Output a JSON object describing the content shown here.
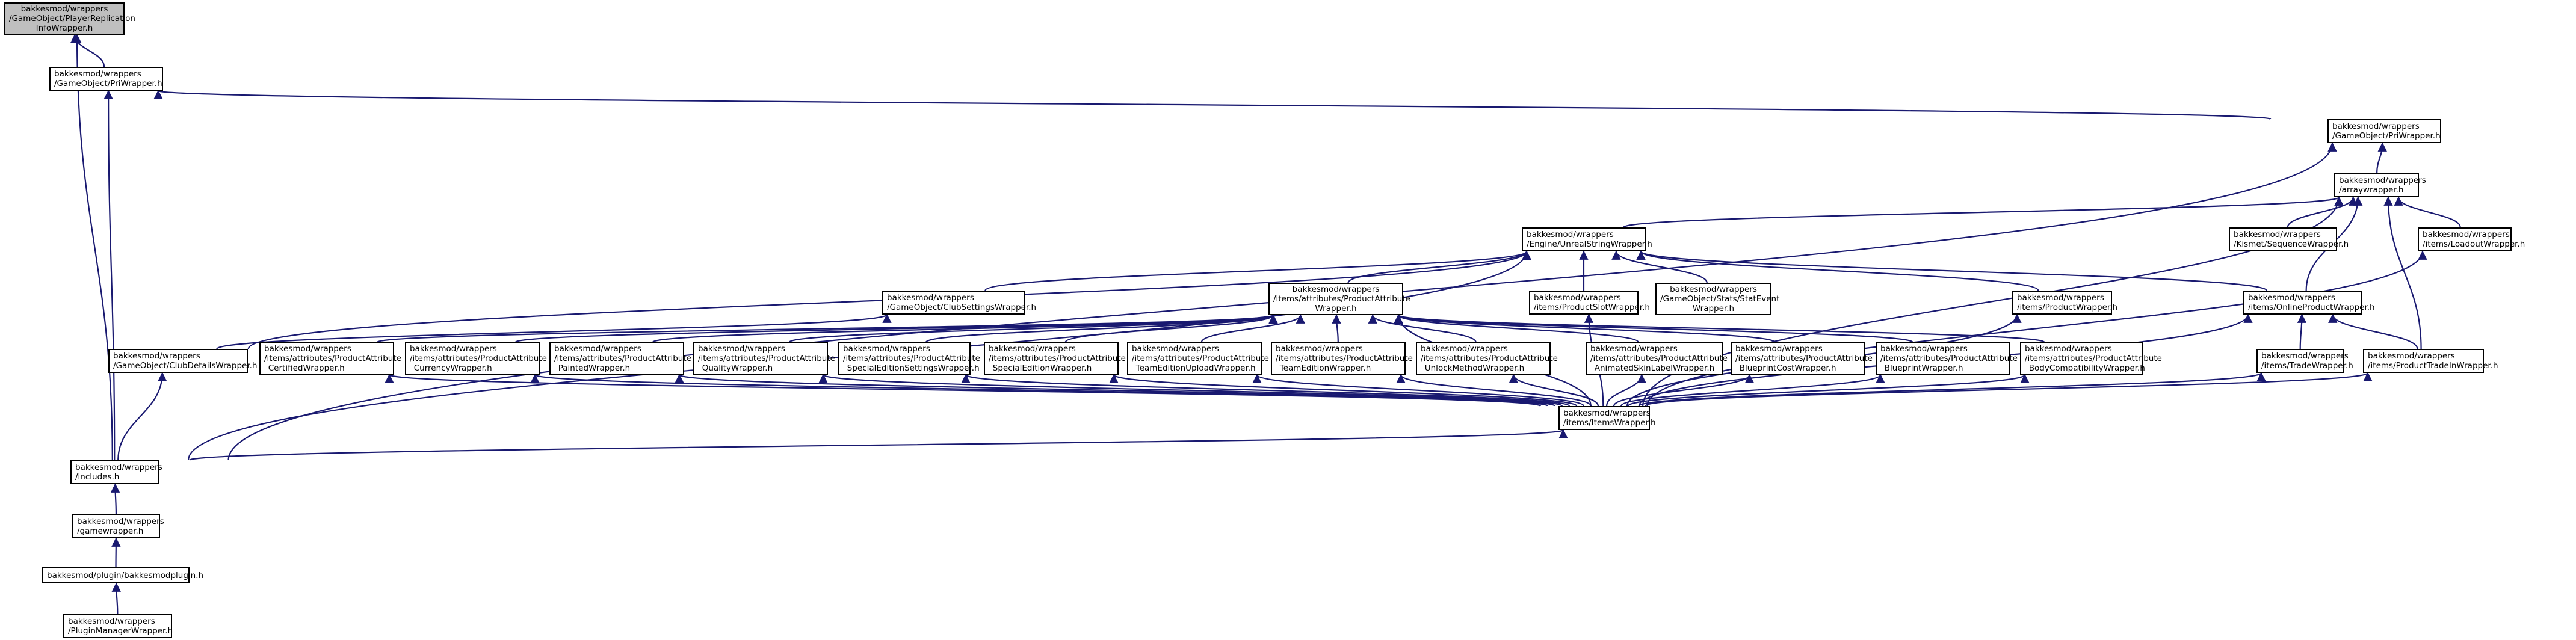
{
  "graph": {
    "title": "",
    "edge_color": "#191970",
    "root_fill": "#bfbfbf",
    "node_fill": "#ffffff",
    "nodes": [
      {
        "id": "player_replication",
        "lines": [
          "bakkesmod/wrappers",
          "/GameObject/PlayerReplication",
          "InfoWrapper.h"
        ],
        "root": true
      },
      {
        "id": "pri",
        "lines": [
          "bakkesmod/wrappers",
          "/GameObject/PriWrapper.h"
        ]
      },
      {
        "id": "pri_ws",
        "lines": [
          "bakkesmod/wrappers",
          "/GameObject/PriWrapper.h"
        ]
      },
      {
        "id": "arraywrapper",
        "lines": [
          "bakkesmod/wrappers",
          "/arraywrapper.h"
        ]
      },
      {
        "id": "unrealstring",
        "lines": [
          "bakkesmod/wrappers",
          "/Engine/UnrealStringWrapper.h"
        ]
      },
      {
        "id": "kismet_seq",
        "lines": [
          "bakkesmod/wrappers",
          "/Kismet/SequenceWrapper.h"
        ]
      },
      {
        "id": "loadout",
        "lines": [
          "bakkesmod/wrappers",
          "/items/LoadoutWrapper.h"
        ]
      },
      {
        "id": "club_settings",
        "lines": [
          "bakkesmod/wrappers",
          "/GameObject/ClubSettingsWrapper.h"
        ]
      },
      {
        "id": "product_attr",
        "lines": [
          "bakkesmod/wrappers",
          "/items/attributes/ProductAttribute",
          "Wrapper.h"
        ]
      },
      {
        "id": "product_slot",
        "lines": [
          "bakkesmod/wrappers",
          "/items/ProductSlotWrapper.h"
        ]
      },
      {
        "id": "stat_event",
        "lines": [
          "bakkesmod/wrappers",
          "/GameObject/Stats/StatEvent",
          "Wrapper.h"
        ]
      },
      {
        "id": "product",
        "lines": [
          "bakkesmod/wrappers",
          "/items/ProductWrapper.h"
        ]
      },
      {
        "id": "online_product",
        "lines": [
          "bakkesmod/wrappers",
          "/items/OnlineProductWrapper.h"
        ]
      },
      {
        "id": "club_details",
        "lines": [
          "bakkesmod/wrappers",
          "/GameObject/ClubDetailsWrapper.h"
        ]
      },
      {
        "id": "attr_certified",
        "lines": [
          "bakkesmod/wrappers",
          "/items/attributes/ProductAttribute",
          "_CertifiedWrapper.h"
        ]
      },
      {
        "id": "attr_currency",
        "lines": [
          "bakkesmod/wrappers",
          "/items/attributes/ProductAttribute",
          "_CurrencyWrapper.h"
        ]
      },
      {
        "id": "attr_painted",
        "lines": [
          "bakkesmod/wrappers",
          "/items/attributes/ProductAttribute",
          "_PaintedWrapper.h"
        ]
      },
      {
        "id": "attr_quality",
        "lines": [
          "bakkesmod/wrappers",
          "/items/attributes/ProductAttribute",
          "_QualityWrapper.h"
        ]
      },
      {
        "id": "attr_special_settings",
        "lines": [
          "bakkesmod/wrappers",
          "/items/attributes/ProductAttribute",
          "_SpecialEditionSettingsWrapper.h"
        ]
      },
      {
        "id": "attr_special",
        "lines": [
          "bakkesmod/wrappers",
          "/items/attributes/ProductAttribute",
          "_SpecialEditionWrapper.h"
        ]
      },
      {
        "id": "attr_team_upload",
        "lines": [
          "bakkesmod/wrappers",
          "/items/attributes/ProductAttribute",
          "_TeamEditionUploadWrapper.h"
        ]
      },
      {
        "id": "attr_team",
        "lines": [
          "bakkesmod/wrappers",
          "/items/attributes/ProductAttribute",
          "_TeamEditionWrapper.h"
        ]
      },
      {
        "id": "attr_unlock",
        "lines": [
          "bakkesmod/wrappers",
          "/items/attributes/ProductAttribute",
          "_UnlockMethodWrapper.h"
        ]
      },
      {
        "id": "attr_anim_skin",
        "lines": [
          "bakkesmod/wrappers",
          "/items/attributes/ProductAttribute",
          "_AnimatedSkinLabelWrapper.h"
        ]
      },
      {
        "id": "attr_blueprint_cost",
        "lines": [
          "bakkesmod/wrappers",
          "/items/attributes/ProductAttribute",
          "_BlueprintCostWrapper.h"
        ]
      },
      {
        "id": "attr_blueprint",
        "lines": [
          "bakkesmod/wrappers",
          "/items/attributes/ProductAttribute",
          "_BlueprintWrapper.h"
        ]
      },
      {
        "id": "attr_body_compat",
        "lines": [
          "bakkesmod/wrappers",
          "/items/attributes/ProductAttribute",
          "_BodyCompatibilityWrapper.h"
        ]
      },
      {
        "id": "trade",
        "lines": [
          "bakkesmod/wrappers",
          "/items/TradeWrapper.h"
        ]
      },
      {
        "id": "product_trade_in",
        "lines": [
          "bakkesmod/wrappers",
          "/items/ProductTradeInWrapper.h"
        ]
      },
      {
        "id": "items",
        "lines": [
          "bakkesmod/wrappers",
          "/items/ItemsWrapper.h"
        ]
      },
      {
        "id": "includes",
        "lines": [
          "bakkesmod/wrappers",
          "/includes.h"
        ]
      },
      {
        "id": "gamewrapper",
        "lines": [
          "bakkesmod/wrappers",
          "/gamewrapper.h"
        ]
      },
      {
        "id": "bakkesmodplugin",
        "lines": [
          "bakkesmod/plugin/bakkesmodplugin.h"
        ]
      },
      {
        "id": "pluginmanager",
        "lines": [
          "bakkesmod/wrappers",
          "/PluginManagerWrapper.h"
        ]
      }
    ],
    "edges": [
      [
        "pri",
        "player_replication"
      ],
      [
        "includes",
        "player_replication"
      ],
      [
        "pri_ws",
        "pri"
      ],
      [
        "includes",
        "pri"
      ],
      [
        "arraywrapper",
        "pri_ws"
      ],
      [
        "includes",
        "pri_ws"
      ],
      [
        "unrealstring",
        "arraywrapper"
      ],
      [
        "kismet_seq",
        "arraywrapper"
      ],
      [
        "loadout",
        "arraywrapper"
      ],
      [
        "online_product",
        "arraywrapper"
      ],
      [
        "product_trade_in",
        "arraywrapper"
      ],
      [
        "items",
        "arraywrapper"
      ],
      [
        "club_settings",
        "unrealstring"
      ],
      [
        "product_attr",
        "unrealstring"
      ],
      [
        "product_slot",
        "unrealstring"
      ],
      [
        "stat_event",
        "unrealstring"
      ],
      [
        "product",
        "unrealstring"
      ],
      [
        "online_product",
        "unrealstring"
      ],
      [
        "club_details",
        "unrealstring"
      ],
      [
        "includes",
        "unrealstring"
      ],
      [
        "club_details",
        "club_settings"
      ],
      [
        "attr_certified",
        "product_attr"
      ],
      [
        "attr_currency",
        "product_attr"
      ],
      [
        "attr_painted",
        "product_attr"
      ],
      [
        "attr_quality",
        "product_attr"
      ],
      [
        "attr_special_settings",
        "product_attr"
      ],
      [
        "attr_special",
        "product_attr"
      ],
      [
        "attr_team_upload",
        "product_attr"
      ],
      [
        "attr_team",
        "product_attr"
      ],
      [
        "attr_unlock",
        "product_attr"
      ],
      [
        "attr_anim_skin",
        "product_attr"
      ],
      [
        "attr_blueprint_cost",
        "product_attr"
      ],
      [
        "attr_blueprint",
        "product_attr"
      ],
      [
        "attr_body_compat",
        "product_attr"
      ],
      [
        "items",
        "product_attr"
      ],
      [
        "items",
        "product_slot"
      ],
      [
        "items",
        "product"
      ],
      [
        "items",
        "online_product"
      ],
      [
        "trade",
        "online_product"
      ],
      [
        "product_trade_in",
        "online_product"
      ],
      [
        "items",
        "loadout"
      ],
      [
        "items",
        "trade"
      ],
      [
        "items",
        "product_trade_in"
      ],
      [
        "items",
        "attr_certified"
      ],
      [
        "items",
        "attr_currency"
      ],
      [
        "items",
        "attr_painted"
      ],
      [
        "items",
        "attr_quality"
      ],
      [
        "items",
        "attr_special_settings"
      ],
      [
        "items",
        "attr_special"
      ],
      [
        "items",
        "attr_team_upload"
      ],
      [
        "items",
        "attr_team"
      ],
      [
        "items",
        "attr_unlock"
      ],
      [
        "items",
        "attr_anim_skin"
      ],
      [
        "items",
        "attr_blueprint_cost"
      ],
      [
        "items",
        "attr_blueprint"
      ],
      [
        "items",
        "attr_body_compat"
      ],
      [
        "includes",
        "club_details"
      ],
      [
        "includes",
        "items"
      ],
      [
        "gamewrapper",
        "includes"
      ],
      [
        "bakkesmodplugin",
        "gamewrapper"
      ],
      [
        "pluginmanager",
        "bakkesmodplugin"
      ]
    ]
  }
}
